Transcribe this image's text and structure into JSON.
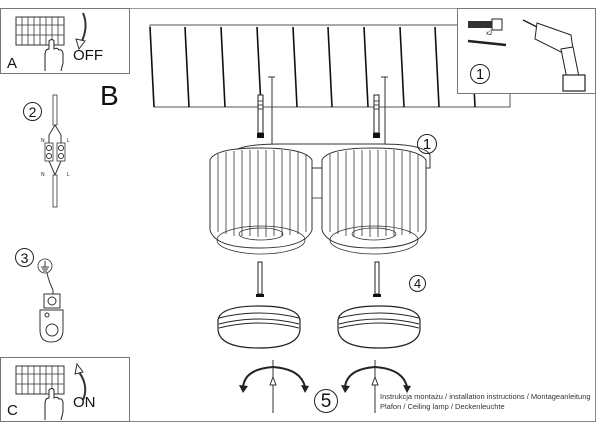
{
  "document": {
    "type": "installation-diagram",
    "caption_line1": "Instrukcja montażu / installation instructions / Montageanleitung",
    "caption_line2": "Plafon / Ceiling lamp / Deckenleuchte"
  },
  "panels": {
    "a": {
      "letter": "A",
      "state": "OFF",
      "icon": "circuit-breaker-off"
    },
    "b": {
      "letter": "B"
    },
    "c": {
      "letter": "C",
      "state": "ON",
      "icon": "circuit-breaker-on"
    }
  },
  "tools_panel": {
    "step": "1",
    "quantity": "x2",
    "items": [
      "wall-plug",
      "screw",
      "power-drill"
    ]
  },
  "steps": {
    "s1": "1",
    "s2": "2",
    "s3": "3",
    "s4": "4",
    "s5": "5"
  },
  "wiring": {
    "neutral": "N",
    "live": "L"
  },
  "colors": {
    "line": "#222222",
    "border": "#777777",
    "background": "#ffffff"
  }
}
